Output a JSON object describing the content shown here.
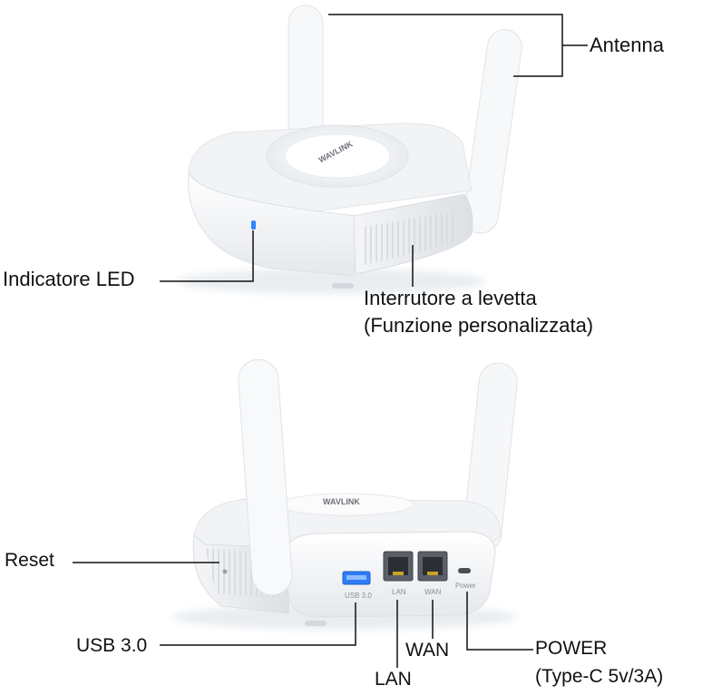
{
  "labels": {
    "antenna": "Antenna",
    "led_indicator": "Indicatore LED",
    "toggle_switch_line1": "Interrutore a levetta",
    "toggle_switch_line2": "(Funzione personalizzata)",
    "reset": "Reset",
    "usb": "USB 3.0",
    "wan": "WAN",
    "lan": "LAN",
    "power": "POWER",
    "power_spec": "(Type-C 5v/3A)"
  },
  "device": {
    "brand": "WAVLINK",
    "port_labels": {
      "usb": "USB 3.0",
      "lan": "LAN",
      "wan": "WAN",
      "power": "Power"
    }
  },
  "colors": {
    "background": "#ffffff",
    "device_body": "#f5f6f7",
    "device_shadow": "#d9dde2",
    "led": "#2e84ff",
    "usb_port": "#2f7cf6",
    "callout_line": "#111111"
  }
}
